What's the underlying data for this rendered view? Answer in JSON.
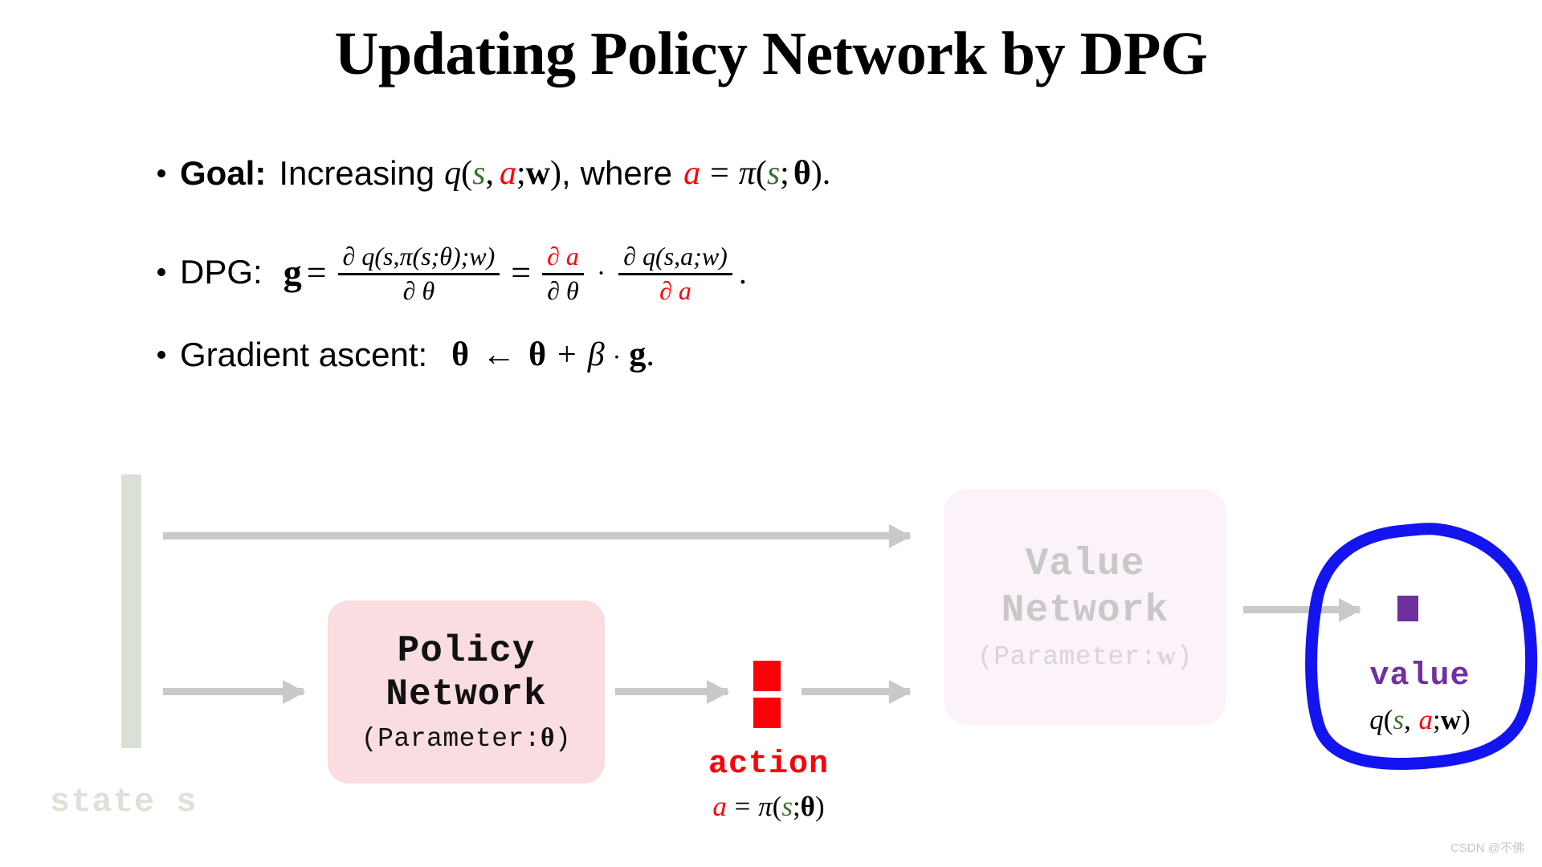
{
  "slide": {
    "title": "Updating Policy Network by DPG",
    "watermark": "CSDN @不佛"
  },
  "colors": {
    "state_green": "#3f7032",
    "action_red": "#fb0007",
    "value_purple": "#7030a0",
    "highlight_blue": "#1414f0",
    "policy_box_bg": "#f9dde0",
    "value_box_bg": "#fcf2fa",
    "state_bar": "#dae0d6",
    "arrow_gray": "#c9c9c9",
    "faded_gray": "#c8c8c8"
  },
  "bullets": [
    {
      "label": "Goal:",
      "label_bold": true,
      "text_1": "Increasing",
      "q": "q",
      "paren_open": "(",
      "s": "s",
      "comma": ",",
      "a": "a",
      "semi": ";",
      "w": "w",
      "paren_close": ")",
      "comma2": ",",
      "text_2": "where",
      "a2": "a",
      "eq": "=",
      "pi": "π",
      "paren_open2": "(",
      "s2": "s",
      "semi2": ";",
      "theta": "θ",
      "paren_close2": ")",
      "period": "."
    },
    {
      "label": "DPG:",
      "g": "g",
      "eq1": "=",
      "frac1_num": "∂ q(s,π(s;θ);w)",
      "frac1_den": "∂ θ",
      "eq2": "=",
      "frac2_num": "∂ a",
      "frac2_den": "∂ θ",
      "dot": "·",
      "frac3_num": "∂ q(s,a;w)",
      "frac3_den": "∂ a",
      "period": "."
    },
    {
      "label": "Gradient ascent:",
      "theta": "θ",
      "arrow": "←",
      "theta2": "θ",
      "plus": "+",
      "beta": "β",
      "dot": "·",
      "g": "g",
      "period": "."
    }
  ],
  "diagram": {
    "state": {
      "label": "state s"
    },
    "policy_network": {
      "line1": "Policy",
      "line2": "Network",
      "parameter_prefix": "(Parameter:",
      "parameter_symbol": "θ",
      "parameter_suffix": ")"
    },
    "action": {
      "label": "action",
      "formula_a": "a",
      "formula_eq": "=",
      "formula_pi": "π",
      "formula_open": "(",
      "formula_s": "s",
      "formula_semi": ";",
      "formula_theta": "θ",
      "formula_close": ")"
    },
    "value_network": {
      "line1": "Value",
      "line2": "Network",
      "parameter_prefix": "(Parameter:",
      "parameter_symbol": "w",
      "parameter_suffix": ")"
    },
    "value": {
      "label": "value",
      "formula_q": "q",
      "formula_open": "(",
      "formula_s": "s",
      "formula_comma": ",",
      "formula_a": "a",
      "formula_semi": ";",
      "formula_w": "w",
      "formula_close": ")"
    }
  }
}
